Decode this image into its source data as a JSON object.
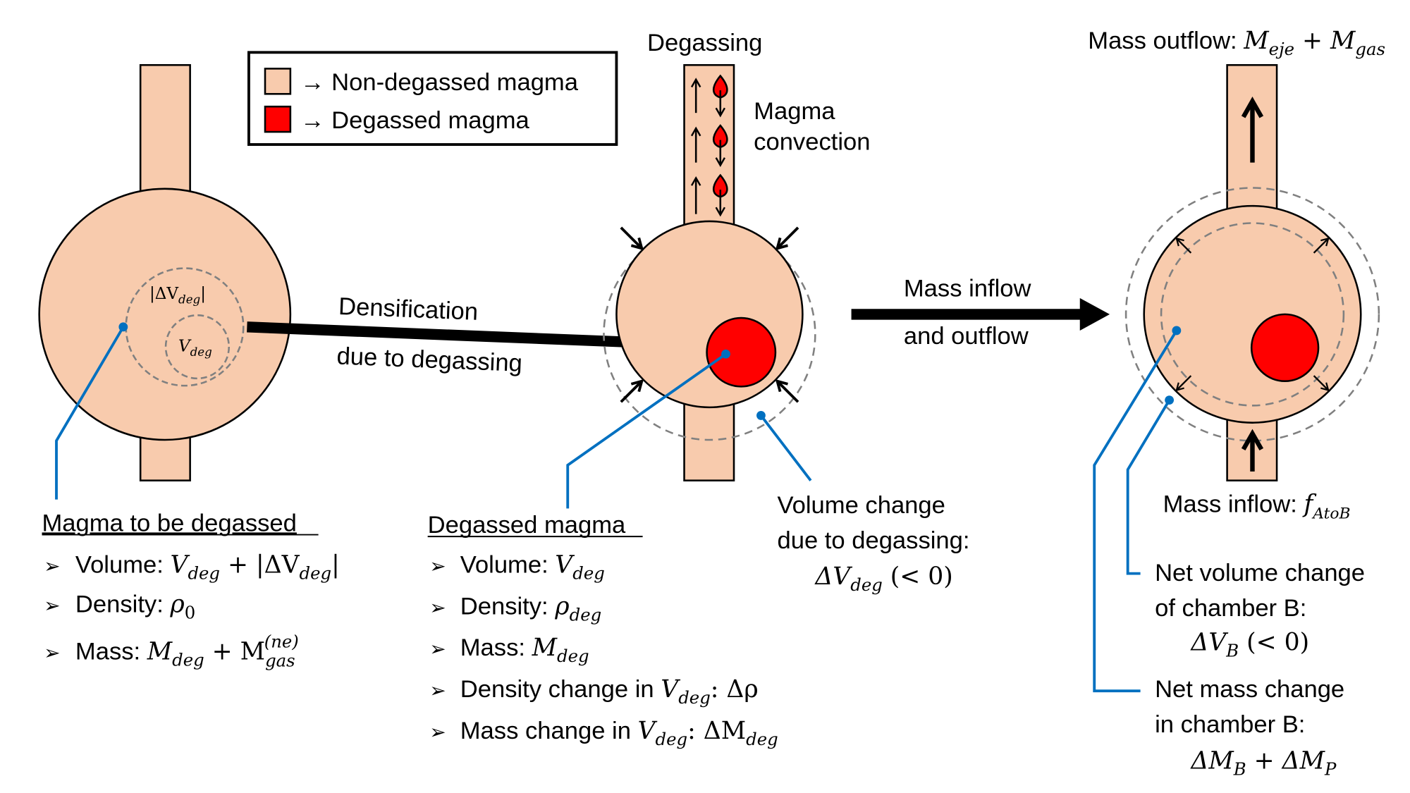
{
  "colors": {
    "non_degassed": "#F8CBAD",
    "degassed": "#FF0000",
    "outline": "#000000",
    "dashed": "#808080",
    "leader": "#0070C0",
    "background": "#FFFFFF"
  },
  "legend": {
    "items": [
      {
        "label": "→ Non-degassed magma",
        "swatch": "non-degassed"
      },
      {
        "label": "→ Degassed magma",
        "swatch": "degassed"
      }
    ]
  },
  "stage1": {
    "inner_labels": {
      "delta_v": "|ΔV",
      "delta_v_sub": "deg",
      "delta_v_close": "|",
      "v": "V",
      "v_sub": "deg"
    },
    "info": {
      "title": "Magma to be degassed",
      "items": [
        {
          "text": "Volume: ",
          "math": "V",
          "sub": "deg",
          "rest": " + |ΔV",
          "rest_sub": "deg",
          "rest_close": "|"
        },
        {
          "text": "Density: ",
          "math": "ρ",
          "sub": "0"
        },
        {
          "text": "Mass: ",
          "math": "M",
          "sub": "deg",
          "rest": " + M",
          "rest_sub": "gas",
          "rest_sup": "(ne)"
        }
      ]
    }
  },
  "arrow1": {
    "line1": "Densification",
    "line2": "due to degassing"
  },
  "stage2": {
    "top_label": "Degassing",
    "convection_label_line1": "Magma",
    "convection_label_line2": "convection",
    "volume_change": {
      "line1": "Volume change",
      "line2": "due to degassing:",
      "math": "ΔV",
      "sub": "deg",
      "rest": " (< 0)"
    },
    "info": {
      "title": "Degassed magma",
      "items": [
        {
          "text": "Volume: ",
          "math": "V",
          "sub": "deg"
        },
        {
          "text": "Density: ",
          "math": "ρ",
          "sub": "deg"
        },
        {
          "text": "Mass: ",
          "math": "M",
          "sub": "deg"
        },
        {
          "text": "Density change in ",
          "math": "V",
          "sub": "deg",
          "rest": ": Δρ"
        },
        {
          "text": "Mass change in ",
          "math": "V",
          "sub": "deg",
          "rest": ": ΔM",
          "rest_sub": "deg"
        }
      ]
    }
  },
  "arrow2": {
    "line1": "Mass inflow",
    "line2": "and outflow"
  },
  "stage3": {
    "outflow": {
      "text": "Mass outflow: ",
      "m1": "M",
      "m1_sub": "eje",
      "plus": " + ",
      "m2": "M",
      "m2_sub": "gas"
    },
    "inflow": {
      "text": "Mass inflow: ",
      "math": "f",
      "sub": "AtoB"
    },
    "net_volume": {
      "line1": "Net volume change",
      "line2": "of chamber B:",
      "math": "ΔV",
      "sub": "B",
      "rest": " (< 0)"
    },
    "net_mass": {
      "line1": "Net mass change",
      "line2": "in chamber B:",
      "m1": "ΔM",
      "m1_sub": "B",
      "plus": " + ",
      "m2": "ΔM",
      "m2_sub": "P"
    }
  }
}
